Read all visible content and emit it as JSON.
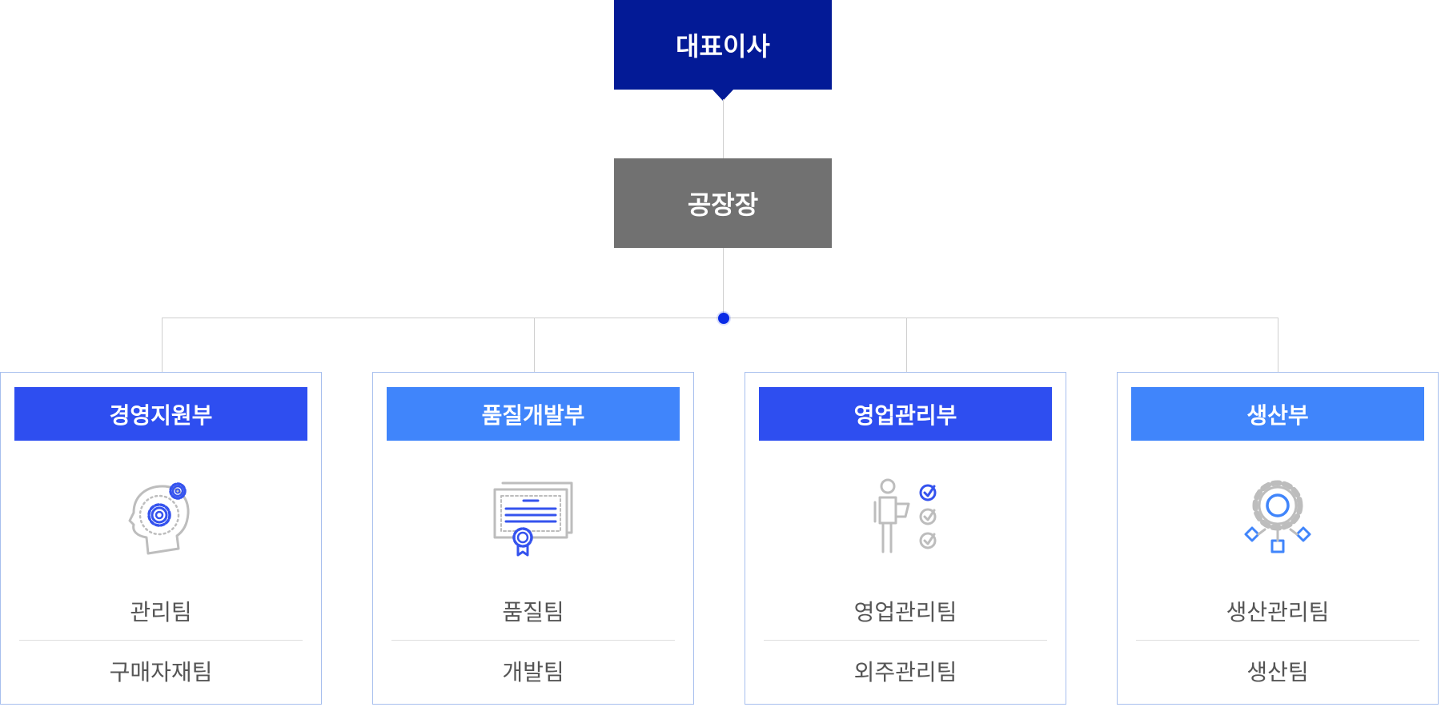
{
  "ceo": {
    "title": "대표이사"
  },
  "plant_manager": {
    "title": "공장장"
  },
  "departments": [
    {
      "name": "경영지원부",
      "icon": "head-gears-icon",
      "teams": [
        "관리팀",
        "구매자재팀"
      ]
    },
    {
      "name": "품질개발부",
      "icon": "certificate-icon",
      "teams": [
        "품질팀",
        "개발팀"
      ]
    },
    {
      "name": "영업관리부",
      "icon": "person-checklist-icon",
      "teams": [
        "영업관리팀",
        "외주관리팀"
      ]
    },
    {
      "name": "생산부",
      "icon": "gear-process-icon",
      "teams": [
        "생산관리팀",
        "생산팀"
      ]
    }
  ],
  "colors": {
    "ceo_box": "#031a96",
    "plant_box": "#717171",
    "dept_header_dark": "#2e4ef0",
    "dept_header_light": "#4085fb",
    "card_border": "#a7bfee",
    "connector": "#cfcfcf",
    "junction_dot": "#0a2be6",
    "team_text": "#555555",
    "icon_gray": "#bdbdbd",
    "icon_blue": "#3553ee"
  }
}
